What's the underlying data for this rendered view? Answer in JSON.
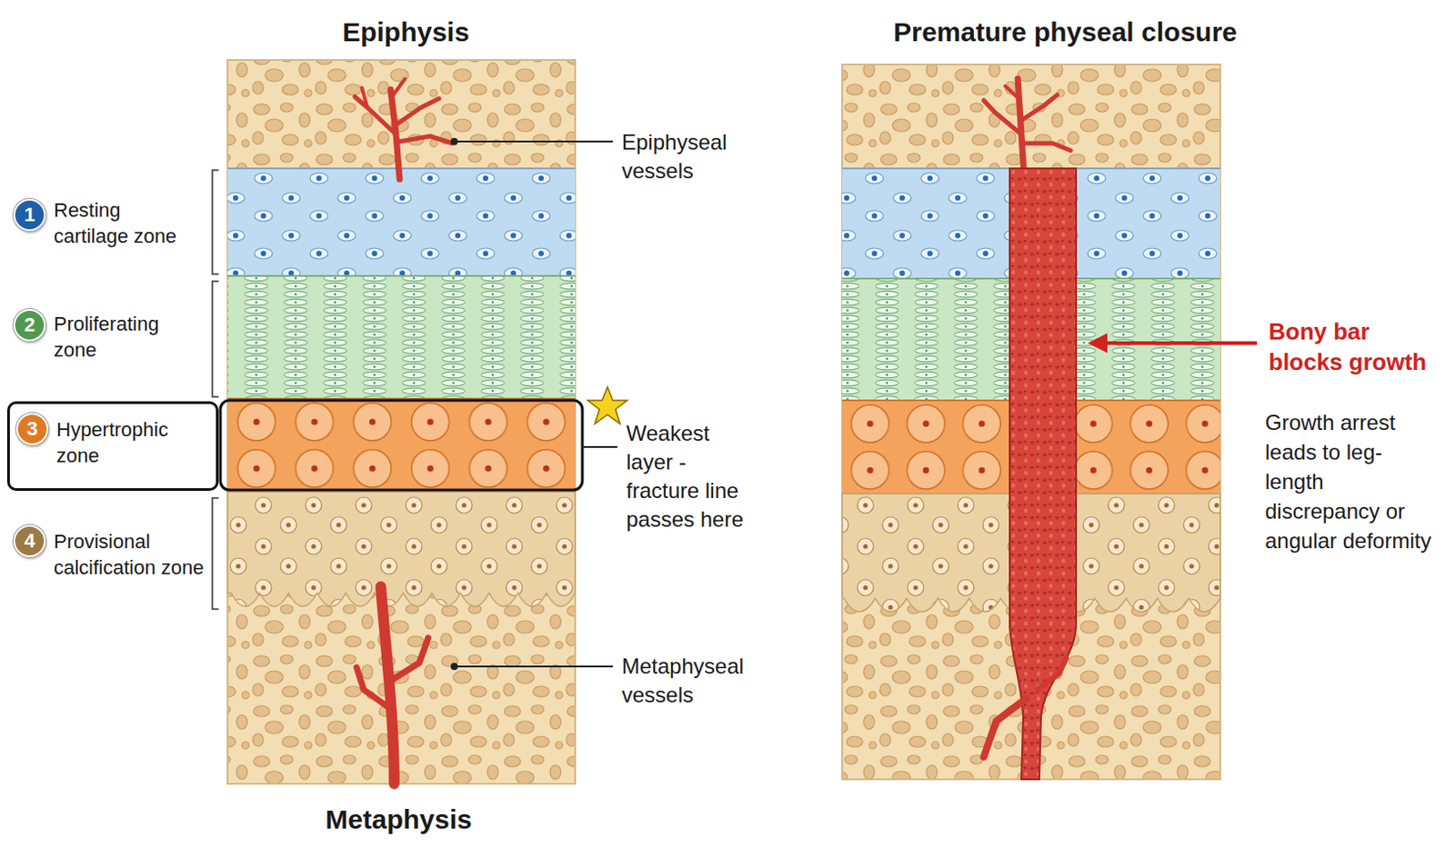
{
  "diagram": {
    "nodes": [
      {
        "text": [
          "1"
        ]
      },
      {
        "text": [
          "2"
        ]
      },
      {
        "text": [
          "Hypertrophic zone"
        ]
      },
      {
        "text": [
          "3"
        ],
        "in": 2
      },
      {
        "text": [
          "4"
        ]
      }
    ],
    "labels": [
      "Epiphysis",
      "Premature physeal closure",
      "Resting cartilage zone",
      "Proliferating zone",
      "Provisional calcification zone",
      "Epiphyseal vessels",
      "Weakest layer - fracture line passes here",
      "Bony bar blocks growth",
      "Growth arrest leads to leg-length discrepancy or angular deformity",
      "Metaphyseal vessels",
      "Metaphysis"
    ]
  }
}
